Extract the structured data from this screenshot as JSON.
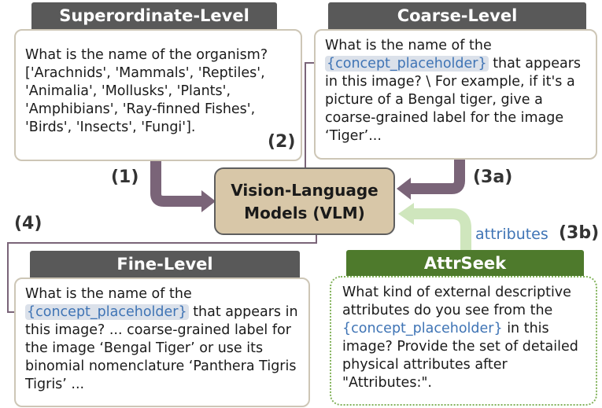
{
  "superordinate": {
    "header": "Superordinate-Level",
    "text": "What is the name of the organism? ['Arachnids', 'Mammals', 'Reptiles', 'Animalia', 'Mollusks', 'Plants', 'Amphibians', 'Ray-finned Fishes', 'Birds', 'Insects', 'Fungi']."
  },
  "coarse": {
    "header": "Coarse-Level",
    "text_before": "What is the name of the",
    "placeholder": "{concept_placeholder}",
    "text_after": "that appears in this image? \\ For example, if it's a picture of a Bengal tiger, give a coarse-grained label for the image ‘Tiger’..."
  },
  "center": {
    "line1": "Vision-Language",
    "line2": "Models (VLM)"
  },
  "fine": {
    "header": "Fine-Level",
    "text_before": "What is the name of the",
    "placeholder": "{concept_placeholder}",
    "text_after": "that appears in this image? ... coarse-grained label for the image ‘Bengal Tiger’ or use its binomial nomenclature ‘Panthera Tigris Tigris’ ..."
  },
  "attrseek": {
    "header": "AttrSeek",
    "text_before": "What kind of external descriptive attributes do you see from the",
    "placeholder": "{concept_placeholder}",
    "text_after": "in this image? Provide the set of detailed physical attributes after \"Attributes:\"."
  },
  "steps": {
    "s1": "(1)",
    "s2": "(2)",
    "s3a": "(3a)",
    "s3b": "(3b)",
    "s4": "(4)"
  },
  "attributes_label": "attributes",
  "colors": {
    "header_gray": "#595959",
    "header_green": "#4e7a2c",
    "arrow_purple": "#7a6478",
    "arrow_green": "#cfe6bd",
    "vlm_fill": "#d8c7a8",
    "placeholder_blue": "#3f74b5"
  }
}
